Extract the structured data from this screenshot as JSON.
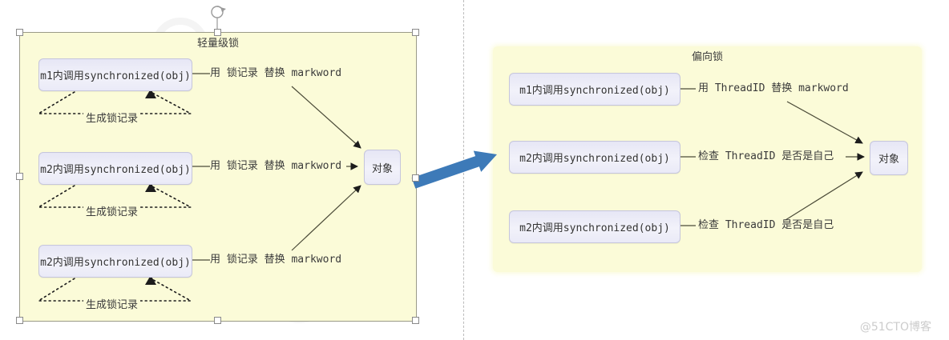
{
  "left": {
    "title": "轻量级锁",
    "target": "对象",
    "rows": [
      {
        "box": "m1内调用synchronized(obj)",
        "edge_label": "用 锁记录 替换 markword",
        "note": "生成锁记录"
      },
      {
        "box": "m2内调用synchronized(obj)",
        "edge_label": "用 锁记录 替换 markword",
        "note": "生成锁记录"
      },
      {
        "box": "m2内调用synchronized(obj)",
        "edge_label": "用 锁记录 替换 markword",
        "note": "生成锁记录"
      }
    ]
  },
  "right": {
    "title": "偏向锁",
    "target": "对象",
    "rows": [
      {
        "box": "m1内调用synchronized(obj)",
        "edge_label": "用 ThreadID 替换 markword"
      },
      {
        "box": "m2内调用synchronized(obj)",
        "edge_label": "检查 ThreadID 是否是自己"
      },
      {
        "box": "m2内调用synchronized(obj)",
        "edge_label": "检查 ThreadID 是否是自己"
      }
    ]
  },
  "watermark": {
    "credit": "@51CTO博客"
  },
  "colors": {
    "panel_bg": "#fbfbd8",
    "box_bg_top": "#e6e6f5",
    "box_border": "#c6c6dc",
    "line": "#4b4b38",
    "arrow_blue": "#3d7ab8",
    "handle_border": "#8a8a8a",
    "separator": "#bcbcbc"
  }
}
